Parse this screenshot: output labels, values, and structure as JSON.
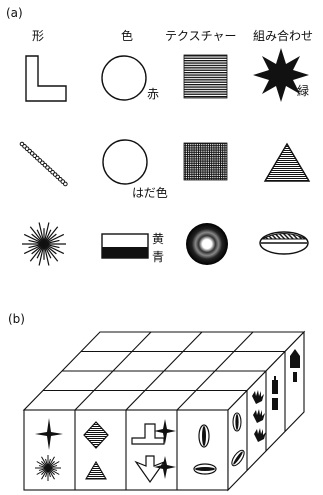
{
  "panel_a": {
    "label": "(a)",
    "headers": [
      "形",
      "色",
      "テクスチャー",
      "組み合わせ"
    ],
    "color_labels": {
      "red": "赤",
      "green": "緑",
      "skin": "はだ色",
      "yellow": "黄",
      "blue": "青"
    }
  },
  "panel_b": {
    "label": "(b)"
  }
}
